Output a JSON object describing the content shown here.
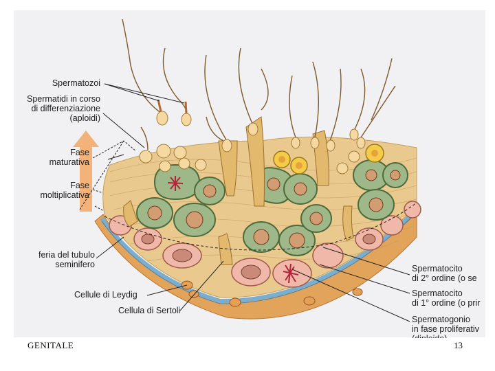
{
  "labels": {
    "spermatozoa": "Spermatozoi",
    "spermatids_line1": "Spermatidi in corso",
    "spermatids_line2": "di differenziazione",
    "spermatids_line3": "(aploidi)",
    "phase_maturative_1": "Fase",
    "phase_maturative_2": "maturativa",
    "phase_multiplicative_1": "Fase",
    "phase_multiplicative_2": "moltiplicativa",
    "periphery_1": "feria del tubulo",
    "periphery_2": "seminifero",
    "leydig": "Cellule di Leydig",
    "sertoli": "Cellula di Sertoli",
    "spermatocyte2_1": "Spermatocito",
    "spermatocyte2_2": "di 2° ordine (o se",
    "spermatocyte1_1": "Spermatocito",
    "spermatocyte1_2": "di 1° ordine (o prir",
    "spermatogonium_1": "Spermatogonio",
    "spermatogonium_2": "in fase proliferativ",
    "spermatogonium_3": "(diploide)"
  },
  "footer": {
    "title": "GENITALE",
    "page": "13"
  },
  "colors": {
    "panel_bg": "#f1f0f2",
    "arrow": "#f2b27a",
    "tissue": "#e9c98e",
    "green_cell": "#9fb889",
    "pink_cell": "#f0b8a8",
    "yellow_cell": "#f4cc4a",
    "membrane_blue": "#7aaecf",
    "outer_layer": "#e2a35a"
  }
}
